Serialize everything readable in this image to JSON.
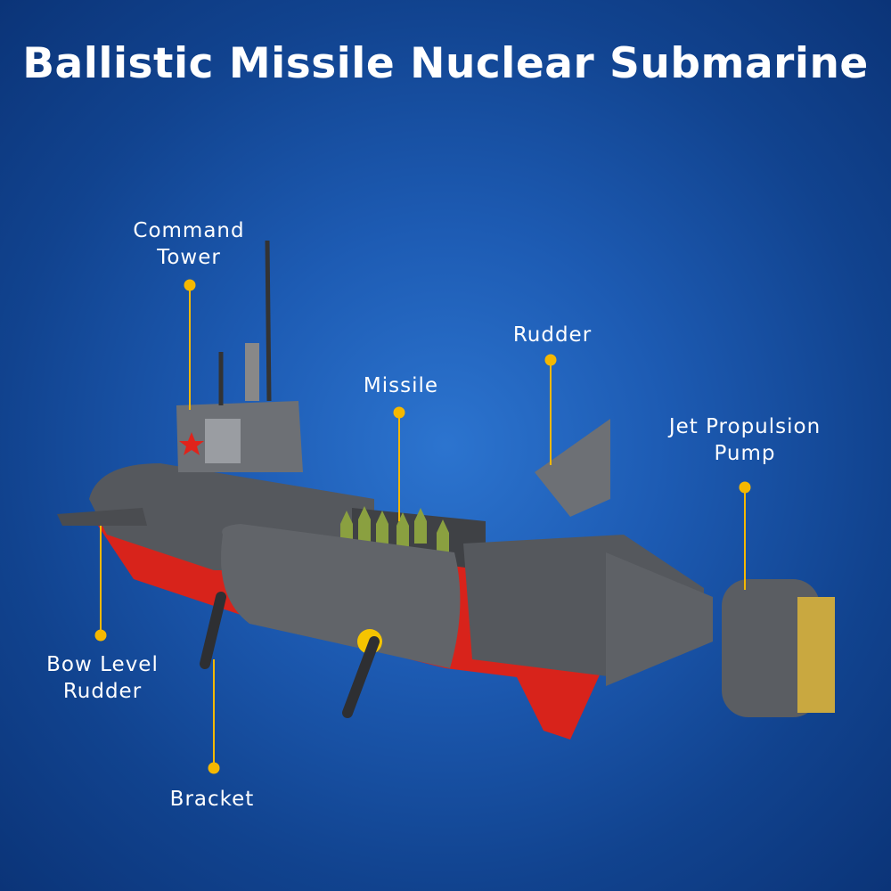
{
  "title": "Ballistic Missile Nuclear Submarine",
  "labels": {
    "command_tower": [
      "Command",
      "Tower"
    ],
    "missile": "Missile",
    "rudder": "Rudder",
    "jet_pump": [
      "Jet Propulsion",
      "Pump"
    ],
    "bow_rudder": [
      "Bow Level",
      "Rudder"
    ],
    "bracket": "Bracket"
  },
  "colors": {
    "callout": "#f5b800",
    "hull_gray": "#5b5d61",
    "hull_red": "#e0231b"
  }
}
